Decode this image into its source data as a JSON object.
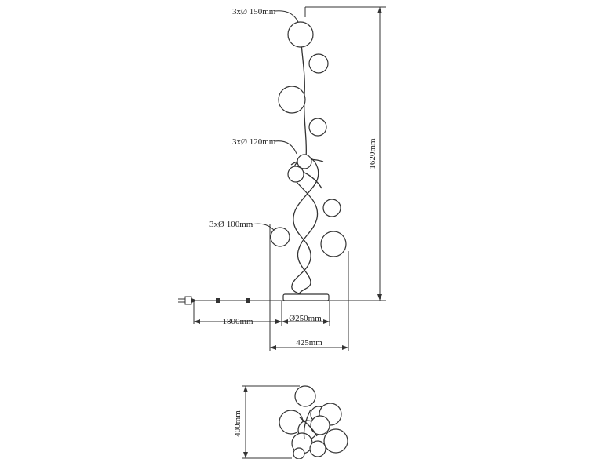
{
  "labels": {
    "globes_150": "3xØ 150mm",
    "globes_120": "3xØ 120mm",
    "globes_100": "3xØ 100mm",
    "height": "1620mm",
    "cable_length": "1800mm",
    "base_diameter": "Ø250mm",
    "overall_width": "425mm",
    "top_view_depth": "400mm"
  },
  "colors": {
    "line": "#333333",
    "text": "#222222",
    "background": "#ffffff"
  }
}
